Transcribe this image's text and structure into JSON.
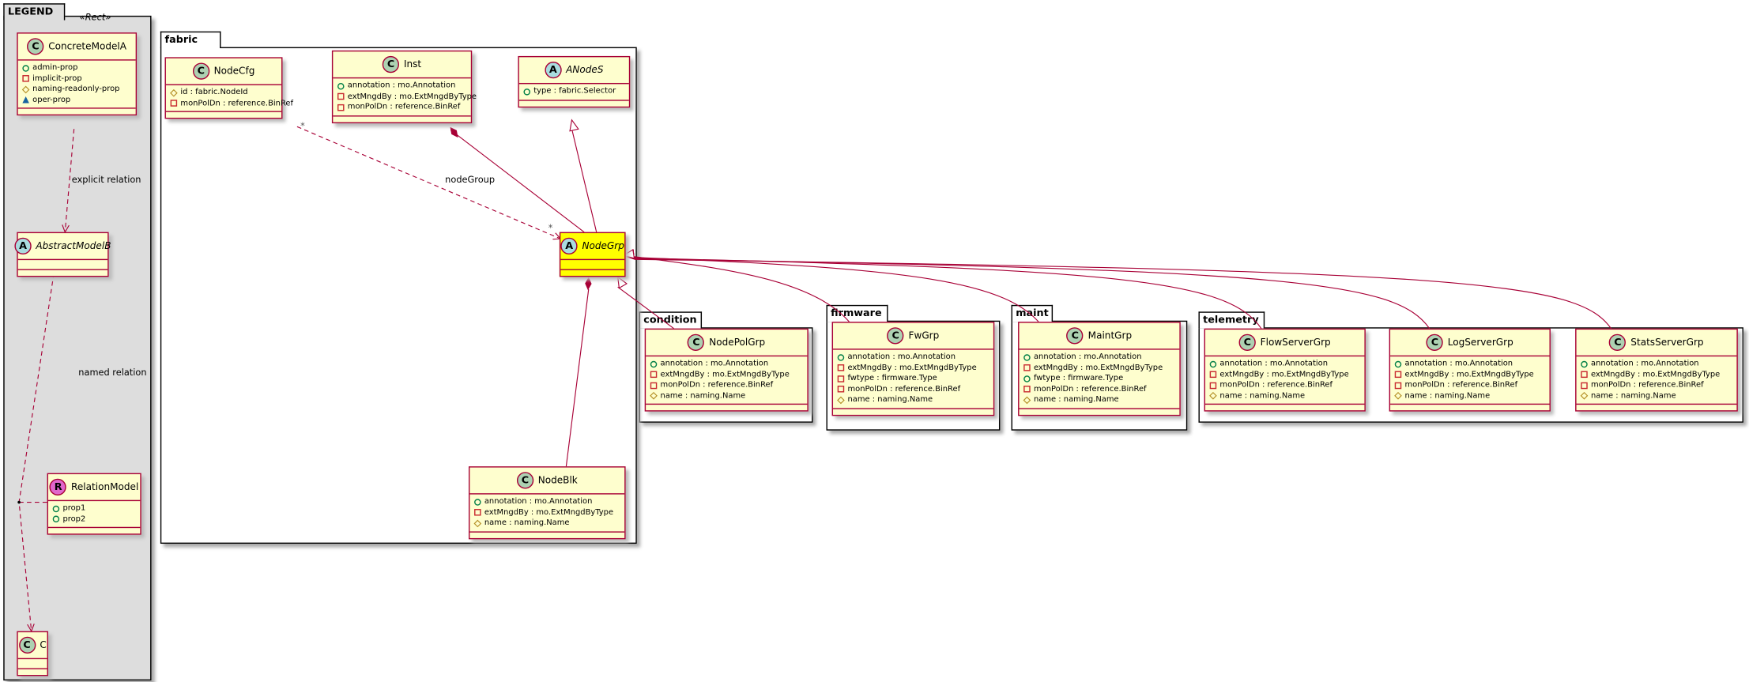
{
  "colors": {
    "border": "#a80036",
    "class_bg": "#fefece",
    "highlight": "#ffff00",
    "legend_bg": "#dddddd",
    "spot_class": "#add1b2",
    "spot_abstract": "#a9dcdf",
    "spot_relation": "#e066cc"
  },
  "legend": {
    "title": "LEGEND",
    "stereotype": "«Rect»",
    "classes": [
      {
        "id": "ConcreteModelA",
        "name": "ConcreteModelA",
        "kind": "C",
        "attrs": [
          {
            "vis": "pub",
            "text": "admin-prop"
          },
          {
            "vis": "priv",
            "text": "implicit-prop"
          },
          {
            "vis": "prot",
            "text": "naming-readonly-prop"
          },
          {
            "vis": "pkgv",
            "text": "oper-prop"
          }
        ]
      },
      {
        "id": "AbstractModelB",
        "name": "AbstractModelB",
        "kind": "A",
        "attrs": []
      },
      {
        "id": "RelationModel",
        "name": "RelationModel",
        "kind": "R",
        "attrs": [
          {
            "vis": "pub",
            "text": "prop1"
          },
          {
            "vis": "pub",
            "text": "prop2"
          }
        ]
      },
      {
        "id": "C",
        "name": "C",
        "kind": "C",
        "attrs": []
      }
    ],
    "relations": {
      "explicit": "explicit relation",
      "named": "named relation"
    }
  },
  "packages": [
    {
      "id": "fabric",
      "title": "fabric",
      "classes": [
        {
          "id": "NodeCfg",
          "name": "NodeCfg",
          "kind": "C",
          "attrs": [
            {
              "vis": "prot",
              "text": "id : fabric.NodeId"
            },
            {
              "vis": "priv",
              "text": "monPolDn : reference.BinRef"
            }
          ]
        },
        {
          "id": "Inst",
          "name": "Inst",
          "kind": "C",
          "attrs": [
            {
              "vis": "pub",
              "text": "annotation : mo.Annotation"
            },
            {
              "vis": "priv",
              "text": "extMngdBy : mo.ExtMngdByType"
            },
            {
              "vis": "priv",
              "text": "monPolDn : reference.BinRef"
            }
          ]
        },
        {
          "id": "ANodeS",
          "name": "ANodeS",
          "kind": "A",
          "attrs": [
            {
              "vis": "pub",
              "text": "type : fabric.Selector"
            }
          ]
        },
        {
          "id": "NodeGrp",
          "name": "NodeGrp",
          "kind": "A",
          "highlight": true,
          "attrs": []
        },
        {
          "id": "NodeBlk",
          "name": "NodeBlk",
          "kind": "C",
          "attrs": [
            {
              "vis": "pub",
              "text": "annotation : mo.Annotation"
            },
            {
              "vis": "priv",
              "text": "extMngdBy : mo.ExtMngdByType"
            },
            {
              "vis": "prot",
              "text": "name : naming.Name"
            }
          ]
        }
      ]
    },
    {
      "id": "condition",
      "title": "condition",
      "classes": [
        {
          "id": "NodePolGrp",
          "name": "NodePolGrp",
          "kind": "C",
          "attrs": [
            {
              "vis": "pub",
              "text": "annotation : mo.Annotation"
            },
            {
              "vis": "priv",
              "text": "extMngdBy : mo.ExtMngdByType"
            },
            {
              "vis": "priv",
              "text": "monPolDn : reference.BinRef"
            },
            {
              "vis": "prot",
              "text": "name : naming.Name"
            }
          ]
        }
      ]
    },
    {
      "id": "firmware",
      "title": "firmware",
      "classes": [
        {
          "id": "FwGrp",
          "name": "FwGrp",
          "kind": "C",
          "attrs": [
            {
              "vis": "pub",
              "text": "annotation : mo.Annotation"
            },
            {
              "vis": "priv",
              "text": "extMngdBy : mo.ExtMngdByType"
            },
            {
              "vis": "priv",
              "text": "fwtype : firmware.Type"
            },
            {
              "vis": "priv",
              "text": "monPolDn : reference.BinRef"
            },
            {
              "vis": "prot",
              "text": "name : naming.Name"
            }
          ]
        }
      ]
    },
    {
      "id": "maint",
      "title": "maint",
      "classes": [
        {
          "id": "MaintGrp",
          "name": "MaintGrp",
          "kind": "C",
          "attrs": [
            {
              "vis": "pub",
              "text": "annotation : mo.Annotation"
            },
            {
              "vis": "priv",
              "text": "extMngdBy : mo.ExtMngdByType"
            },
            {
              "vis": "pub",
              "text": "fwtype : firmware.Type"
            },
            {
              "vis": "priv",
              "text": "monPolDn : reference.BinRef"
            },
            {
              "vis": "prot",
              "text": "name : naming.Name"
            }
          ]
        }
      ]
    },
    {
      "id": "telemetry",
      "title": "telemetry",
      "classes": [
        {
          "id": "FlowServerGrp",
          "name": "FlowServerGrp",
          "kind": "C",
          "attrs": [
            {
              "vis": "pub",
              "text": "annotation : mo.Annotation"
            },
            {
              "vis": "priv",
              "text": "extMngdBy : mo.ExtMngdByType"
            },
            {
              "vis": "priv",
              "text": "monPolDn : reference.BinRef"
            },
            {
              "vis": "prot",
              "text": "name : naming.Name"
            }
          ]
        },
        {
          "id": "LogServerGrp",
          "name": "LogServerGrp",
          "kind": "C",
          "attrs": [
            {
              "vis": "pub",
              "text": "annotation : mo.Annotation"
            },
            {
              "vis": "priv",
              "text": "extMngdBy : mo.ExtMngdByType"
            },
            {
              "vis": "priv",
              "text": "monPolDn : reference.BinRef"
            },
            {
              "vis": "prot",
              "text": "name : naming.Name"
            }
          ]
        },
        {
          "id": "StatsServerGrp",
          "name": "StatsServerGrp",
          "kind": "C",
          "attrs": [
            {
              "vis": "pub",
              "text": "annotation : mo.Annotation"
            },
            {
              "vis": "priv",
              "text": "extMngdBy : mo.ExtMngdByType"
            },
            {
              "vis": "priv",
              "text": "monPolDn : reference.BinRef"
            },
            {
              "vis": "prot",
              "text": "name : naming.Name"
            }
          ]
        }
      ]
    }
  ],
  "edges": {
    "nodeGroup_label": "nodeGroup",
    "multiplicity_source": "*",
    "multiplicity_target": "*"
  }
}
